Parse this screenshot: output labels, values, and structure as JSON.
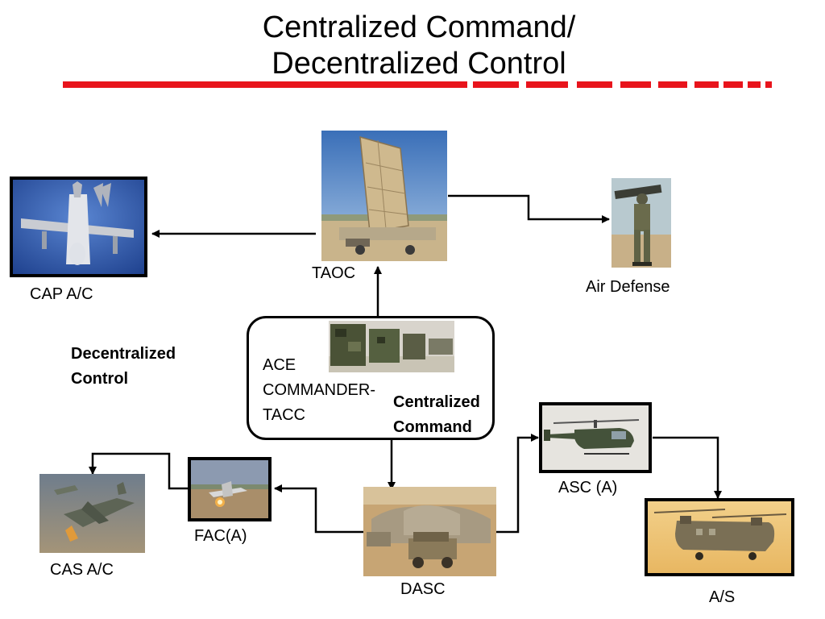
{
  "title": {
    "line1": "Centralized Command/",
    "line2": "Decentralized Control"
  },
  "accent_color": "#e8141c",
  "nodes": {
    "taoc": {
      "label": "TAOC",
      "icon": "radar-antenna-photo"
    },
    "cap": {
      "label": "CAP A/C",
      "icon": "fighter-jet-photo"
    },
    "air_defense": {
      "label": "Air Defense",
      "icon": "soldier-missile-launcher-photo"
    },
    "command": {
      "label_lines": [
        "ACE",
        "COMMANDER-",
        "TACC"
      ],
      "icon": "command-shelters-photo"
    },
    "dasc": {
      "label": "DASC",
      "icon": "camouflaged-vehicles-photo"
    },
    "fac": {
      "label": "FAC(A)",
      "icon": "aircraft-over-desert-photo"
    },
    "cas": {
      "label": "CAS A/C",
      "icon": "harrier-jets-photo"
    },
    "asc": {
      "label": "ASC (A)",
      "icon": "utility-helicopter-photo"
    },
    "as": {
      "label": "A/S",
      "icon": "chinook-helicopter-photo"
    }
  },
  "annotations": {
    "decentralized": [
      "Decentralized",
      "Control"
    ],
    "centralized": [
      "Centralized",
      "Command"
    ]
  }
}
